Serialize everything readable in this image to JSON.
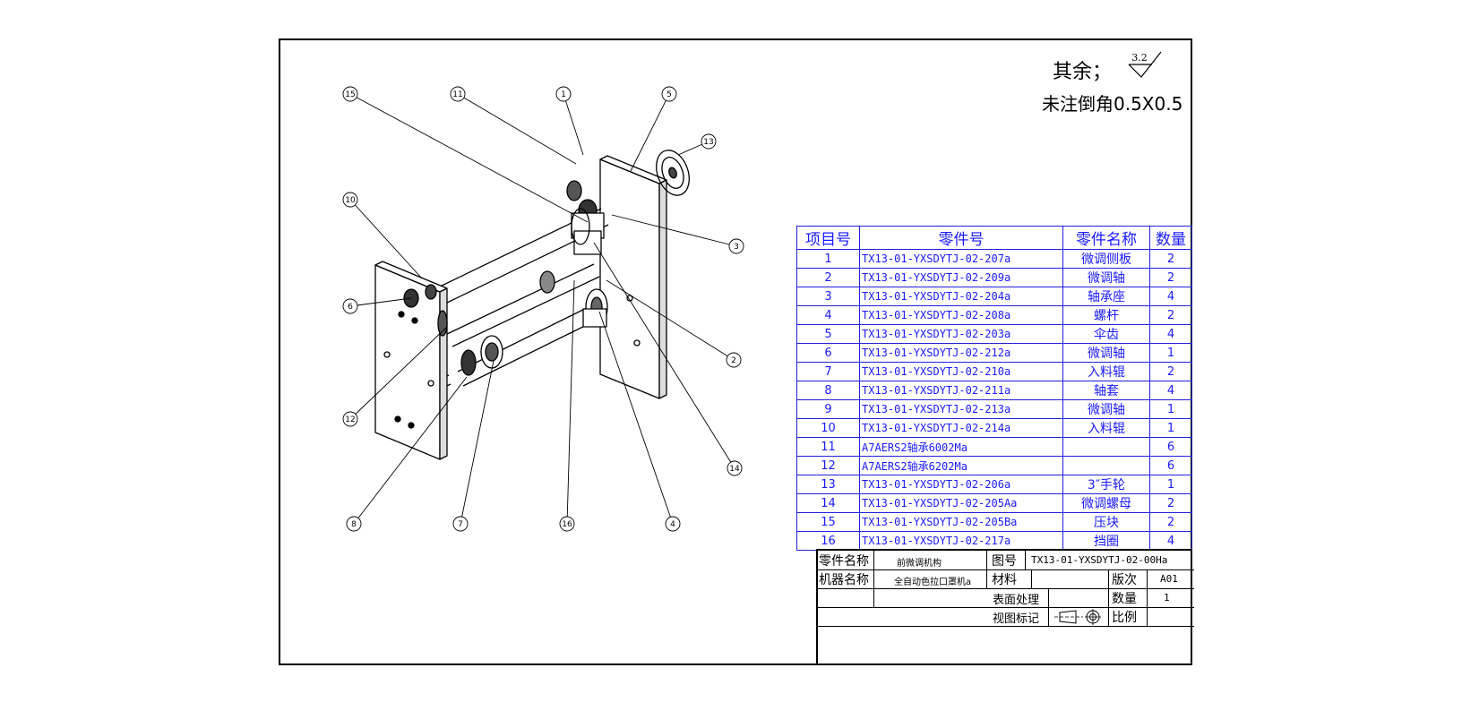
{
  "notes": {
    "remaining_label": "其余；",
    "roughness_value": "3.2",
    "chamfer_note": "未注倒角0.5X0.5"
  },
  "bom": {
    "headers": [
      "项目号",
      "零件号",
      "零件名称",
      "数量"
    ],
    "rows": [
      {
        "no": "1",
        "part": "TX13-01-YXSDYTJ-02-207a",
        "name": "微调侧板",
        "qty": "2"
      },
      {
        "no": "2",
        "part": "TX13-01-YXSDYTJ-02-209a",
        "name": "微调轴",
        "qty": "2"
      },
      {
        "no": "3",
        "part": "TX13-01-YXSDYTJ-02-204a",
        "name": "轴承座",
        "qty": "4"
      },
      {
        "no": "4",
        "part": "TX13-01-YXSDYTJ-02-208a",
        "name": "螺杆",
        "qty": "2"
      },
      {
        "no": "5",
        "part": "TX13-01-YXSDYTJ-02-203a",
        "name": "伞齿",
        "qty": "4"
      },
      {
        "no": "6",
        "part": "TX13-01-YXSDYTJ-02-212a",
        "name": "微调轴",
        "qty": "1"
      },
      {
        "no": "7",
        "part": "TX13-01-YXSDYTJ-02-210a",
        "name": "入料辊",
        "qty": "2"
      },
      {
        "no": "8",
        "part": "TX13-01-YXSDYTJ-02-211a",
        "name": "轴套",
        "qty": "4"
      },
      {
        "no": "9",
        "part": "TX13-01-YXSDYTJ-02-213a",
        "name": "微调轴",
        "qty": "1"
      },
      {
        "no": "10",
        "part": "TX13-01-YXSDYTJ-02-214a",
        "name": "入料辊",
        "qty": "1"
      },
      {
        "no": "11",
        "part": "A7AERS2轴承6002Ma",
        "name": "",
        "qty": "6"
      },
      {
        "no": "12",
        "part": "A7AERS2轴承6202Ma",
        "name": "",
        "qty": "6"
      },
      {
        "no": "13",
        "part": "TX13-01-YXSDYTJ-02-206a",
        "name": "3″手轮",
        "qty": "1"
      },
      {
        "no": "14",
        "part": "TX13-01-YXSDYTJ-02-205Aa",
        "name": "微调螺母",
        "qty": "2"
      },
      {
        "no": "15",
        "part": "TX13-01-YXSDYTJ-02-205Ba",
        "name": "压块",
        "qty": "2"
      },
      {
        "no": "16",
        "part": "TX13-01-YXSDYTJ-02-217a",
        "name": "挡圈",
        "qty": "4"
      }
    ]
  },
  "title_block": {
    "part_name_label": "零件名称",
    "part_name_value": "前微调机构",
    "drawing_no_label": "图号",
    "drawing_no_value": "TX13-01-YXSDYTJ-02-00Ha",
    "machine_name_label": "机器名称",
    "machine_name_value": "全自动色拉口罩机a",
    "material_label": "材料",
    "version_label": "版次",
    "version_value": "A01",
    "surface_label": "表面处理",
    "qty_label": "数量",
    "qty_value": "1",
    "view_label": "视图标记",
    "scale_label": "比例"
  },
  "balloons": [
    "15",
    "11",
    "1",
    "5",
    "13",
    "10",
    "3",
    "6",
    "2",
    "12",
    "14",
    "8",
    "7",
    "16",
    "4"
  ]
}
